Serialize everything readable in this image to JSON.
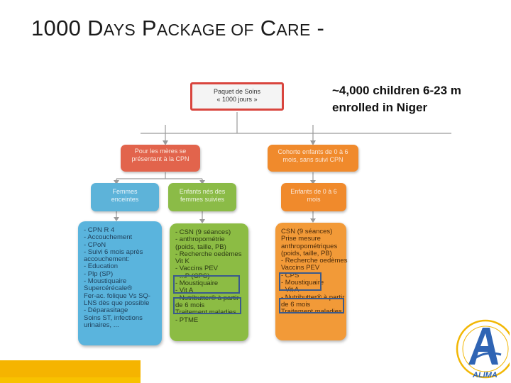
{
  "title": {
    "first": "1000 D",
    "ays": "AYS",
    "p": " P",
    "ackage": "ACKAGE",
    "of": " OF",
    "c": " C",
    "are": "ARE",
    "dash": " -"
  },
  "note": {
    "line1": "~4,000 children 6-23 m",
    "line2": "enrolled in Niger"
  },
  "diagram": {
    "top": {
      "line1": "Paquet de Soins",
      "line2": "« 1000 jours »"
    },
    "left_head": {
      "line1": "Pour les mères se",
      "line2": "présentant à la CPN"
    },
    "right_head": {
      "line1": "Cohorte enfants de 0 à 6",
      "line2": "mois, sans suivi CPN"
    },
    "women": {
      "line1": "Femmes",
      "line2": "enceintes"
    },
    "children_followed": {
      "line1": "Enfants nés des",
      "line2": "femmes suivies"
    },
    "children_0_6": {
      "line1": "Enfants de 0 à 6",
      "line2": "mois"
    },
    "blue_items": [
      "- CPN R 4",
      "- Accouchement",
      "- CPoN",
      "- Suivi 6 mois après",
      "  accouchement:",
      "- Education",
      "- Plp (SP)",
      "- Moustiquaire",
      "  Supercérécale®",
      "  Fer-ac. folique Vs SQ-",
      "  LNS dès que possible",
      "- Déparasitage",
      "  Soins ST, infections",
      "  urinaires, ..."
    ],
    "green_items": [
      "- CSN (9 séances)",
      "- anthropométrie",
      "  (poids, taille, PB)",
      "- Recherche oedèmes",
      "  Vit K",
      "- Vaccins PEV",
      "- ...P (CPS)",
      "- Moustiquaire",
      "- Vit A",
      "- Nutributter® à partir",
      "  de 6 mois",
      "  Traitement maladies",
      "- PTME"
    ],
    "orange_items": [
      "CSN (9 séances)",
      "Prise mesure",
      "anthropométriques",
      "(poids, taille, PB)",
      "- Recherche oedèmes",
      "  Vaccins PEV",
      "- CPS",
      "- Moustiquaire",
      "- Vit A",
      "- Nutributter® à partir",
      "de 6 mois",
      "  Traitement maladies"
    ]
  },
  "logo": {
    "name": "ALIMA"
  },
  "colors": {
    "red": "#e2644c",
    "orange": "#f08a2c",
    "blue": "#5db3d9",
    "green": "#8bbb47",
    "yellow": "#f5b400"
  }
}
